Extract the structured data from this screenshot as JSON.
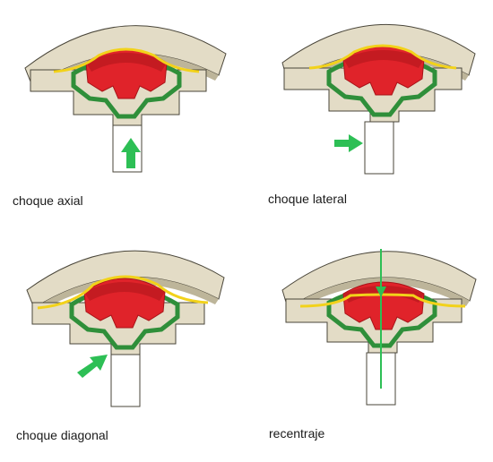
{
  "captions": {
    "axial": "choque axial",
    "lateral": "choque lateral",
    "diagonal": "choque diagonal",
    "recentre": "recentraje"
  },
  "colors": {
    "background": "#ffffff",
    "housing": "#e3dcc6",
    "housing_shadow": "#bdb59a",
    "jewel_red": "#e0232a",
    "jewel_dark": "#a81318",
    "spring_yellow": "#f2d21a",
    "seat_green": "#2f8f3a",
    "arrow_green": "#2dbf55",
    "outline": "#4a463a"
  }
}
